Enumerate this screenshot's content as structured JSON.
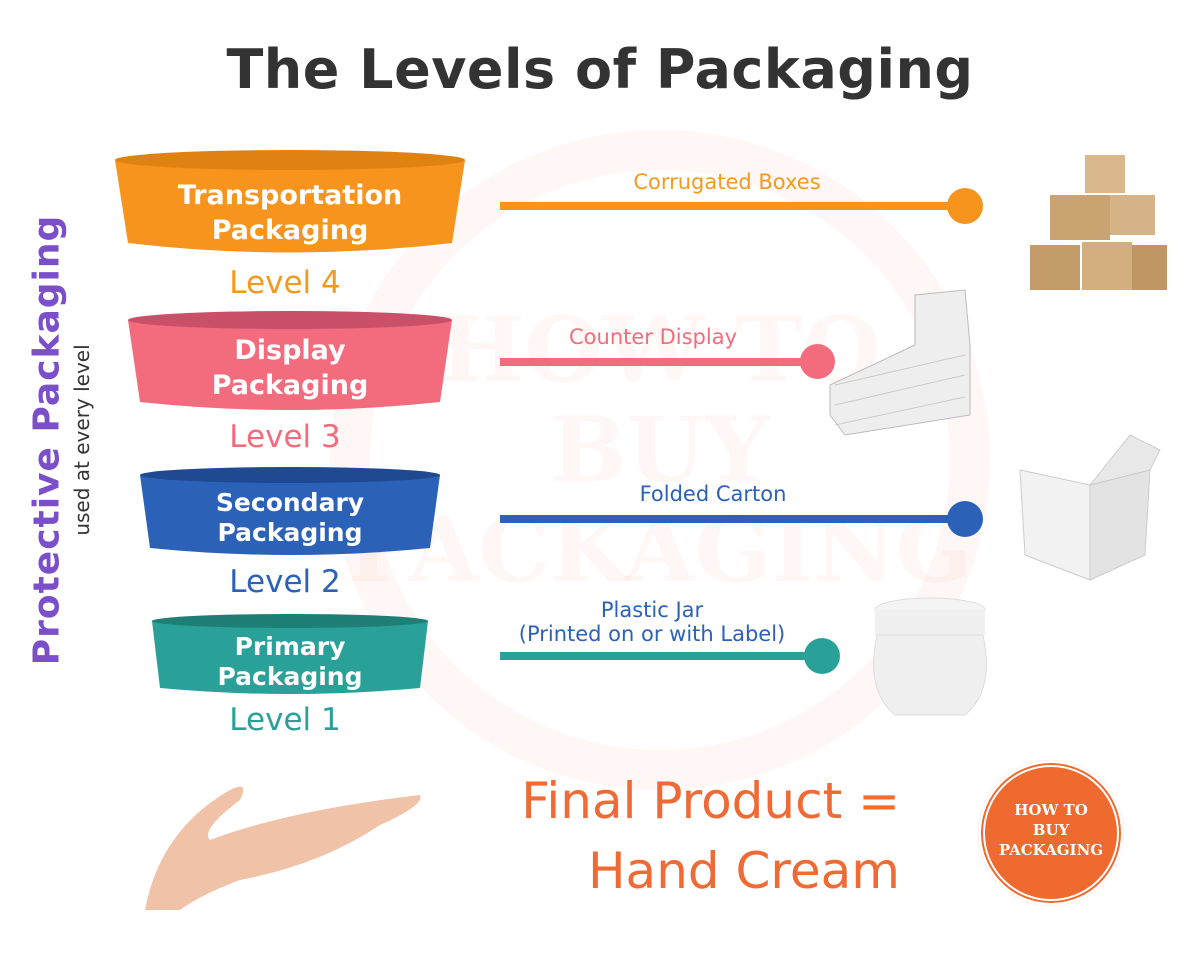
{
  "title": "The Levels of Packaging",
  "side_label": {
    "main": "Protective Packaging",
    "sub": "used at every level"
  },
  "tiers": [
    {
      "name_line1": "Transportation",
      "name_line2": "Packaging",
      "level": "Level 4",
      "example": "Corrugated Boxes",
      "color": "#F7941D"
    },
    {
      "name_line1": "Display",
      "name_line2": "Packaging",
      "level": "Level 3",
      "example": "Counter Display",
      "color": "#F26C7D"
    },
    {
      "name_line1": "Secondary",
      "name_line2": "Packaging",
      "level": "Level 2",
      "example": "Folded Carton",
      "color": "#2B62B8"
    },
    {
      "name_line1": "Primary",
      "name_line2": "Packaging",
      "level": "Level 1",
      "example_line1": "Plastic Jar",
      "example_line2": "(Printed on or with Label)",
      "color": "#2AA198"
    }
  ],
  "final_product": {
    "line1": "Final Product =",
    "line2": "Hand Cream"
  },
  "logo": {
    "line1": "HOW TO",
    "line2": "BUY",
    "line3": "PACKAGING"
  },
  "watermark": "HOW TO BUY PACKAGING"
}
